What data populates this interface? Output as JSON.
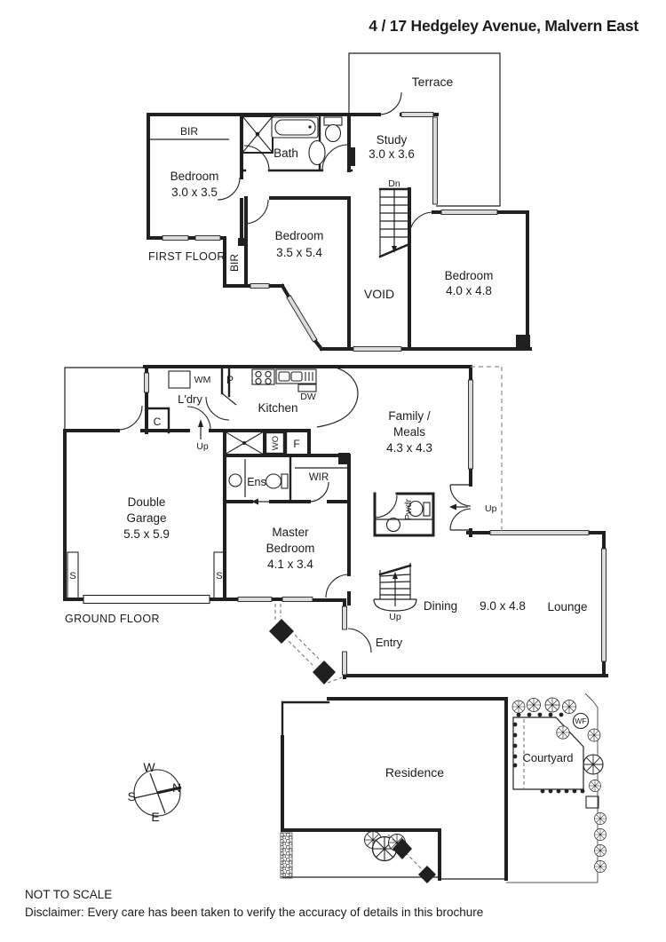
{
  "header": {
    "title": "4 / 17 Hedgeley Avenue, Malvern East"
  },
  "first_floor": {
    "floor_label": "FIRST FLOOR",
    "terrace": "Terrace",
    "bir_robe": "BIR",
    "bedroom1_name": "Bedroom",
    "bedroom1_dims": "3.0 x 3.5",
    "bath": "Bath",
    "study_name": "Study",
    "study_dims": "3.0 x 3.6",
    "stairs_dn": "Dn",
    "bedroom2_name": "Bedroom",
    "bedroom2_dims": "3.5 x 5.4",
    "bir_closet": "BIR",
    "void": "VOID",
    "bedroom3_name": "Bedroom",
    "bedroom3_dims": "4.0 x 4.8"
  },
  "ground_floor": {
    "floor_label": "GROUND FLOOR",
    "laundry": "L'dry",
    "wm": "WM",
    "pantry": "P",
    "cupboard": "C",
    "stairs_up_hall": "Up",
    "kitchen": "Kitchen",
    "dw": "DW",
    "wall_oven": "WO",
    "fridge": "F",
    "family_l1": "Family /",
    "family_l2": "Meals",
    "family_dims": "4.3 x 4.3",
    "garage_l1": "Double",
    "garage_l2": "Garage",
    "garage_dims": "5.5 x 5.9",
    "storage_left": "S",
    "storage_right": "S",
    "ensuite": "Ens",
    "wir": "WIR",
    "master_l1": "Master",
    "master_l2": "Bedroom",
    "master_dims": "4.1 x 3.4",
    "powder": "Pwdr",
    "doors_up": "Up",
    "dining": "Dining",
    "living_dims": "9.0 x 4.8",
    "lounge": "Lounge",
    "stairs_up": "Up",
    "entry": "Entry"
  },
  "site": {
    "residence": "Residence",
    "courtyard": "Courtyard",
    "water_feature": "WF",
    "compass": {
      "n": "N",
      "s": "S",
      "e": "E",
      "w": "W"
    }
  },
  "footer": {
    "scale_note": "NOT TO SCALE",
    "disclaimer": "Disclaimer: Every care has been taken to verify the accuracy of details in this brochure"
  }
}
